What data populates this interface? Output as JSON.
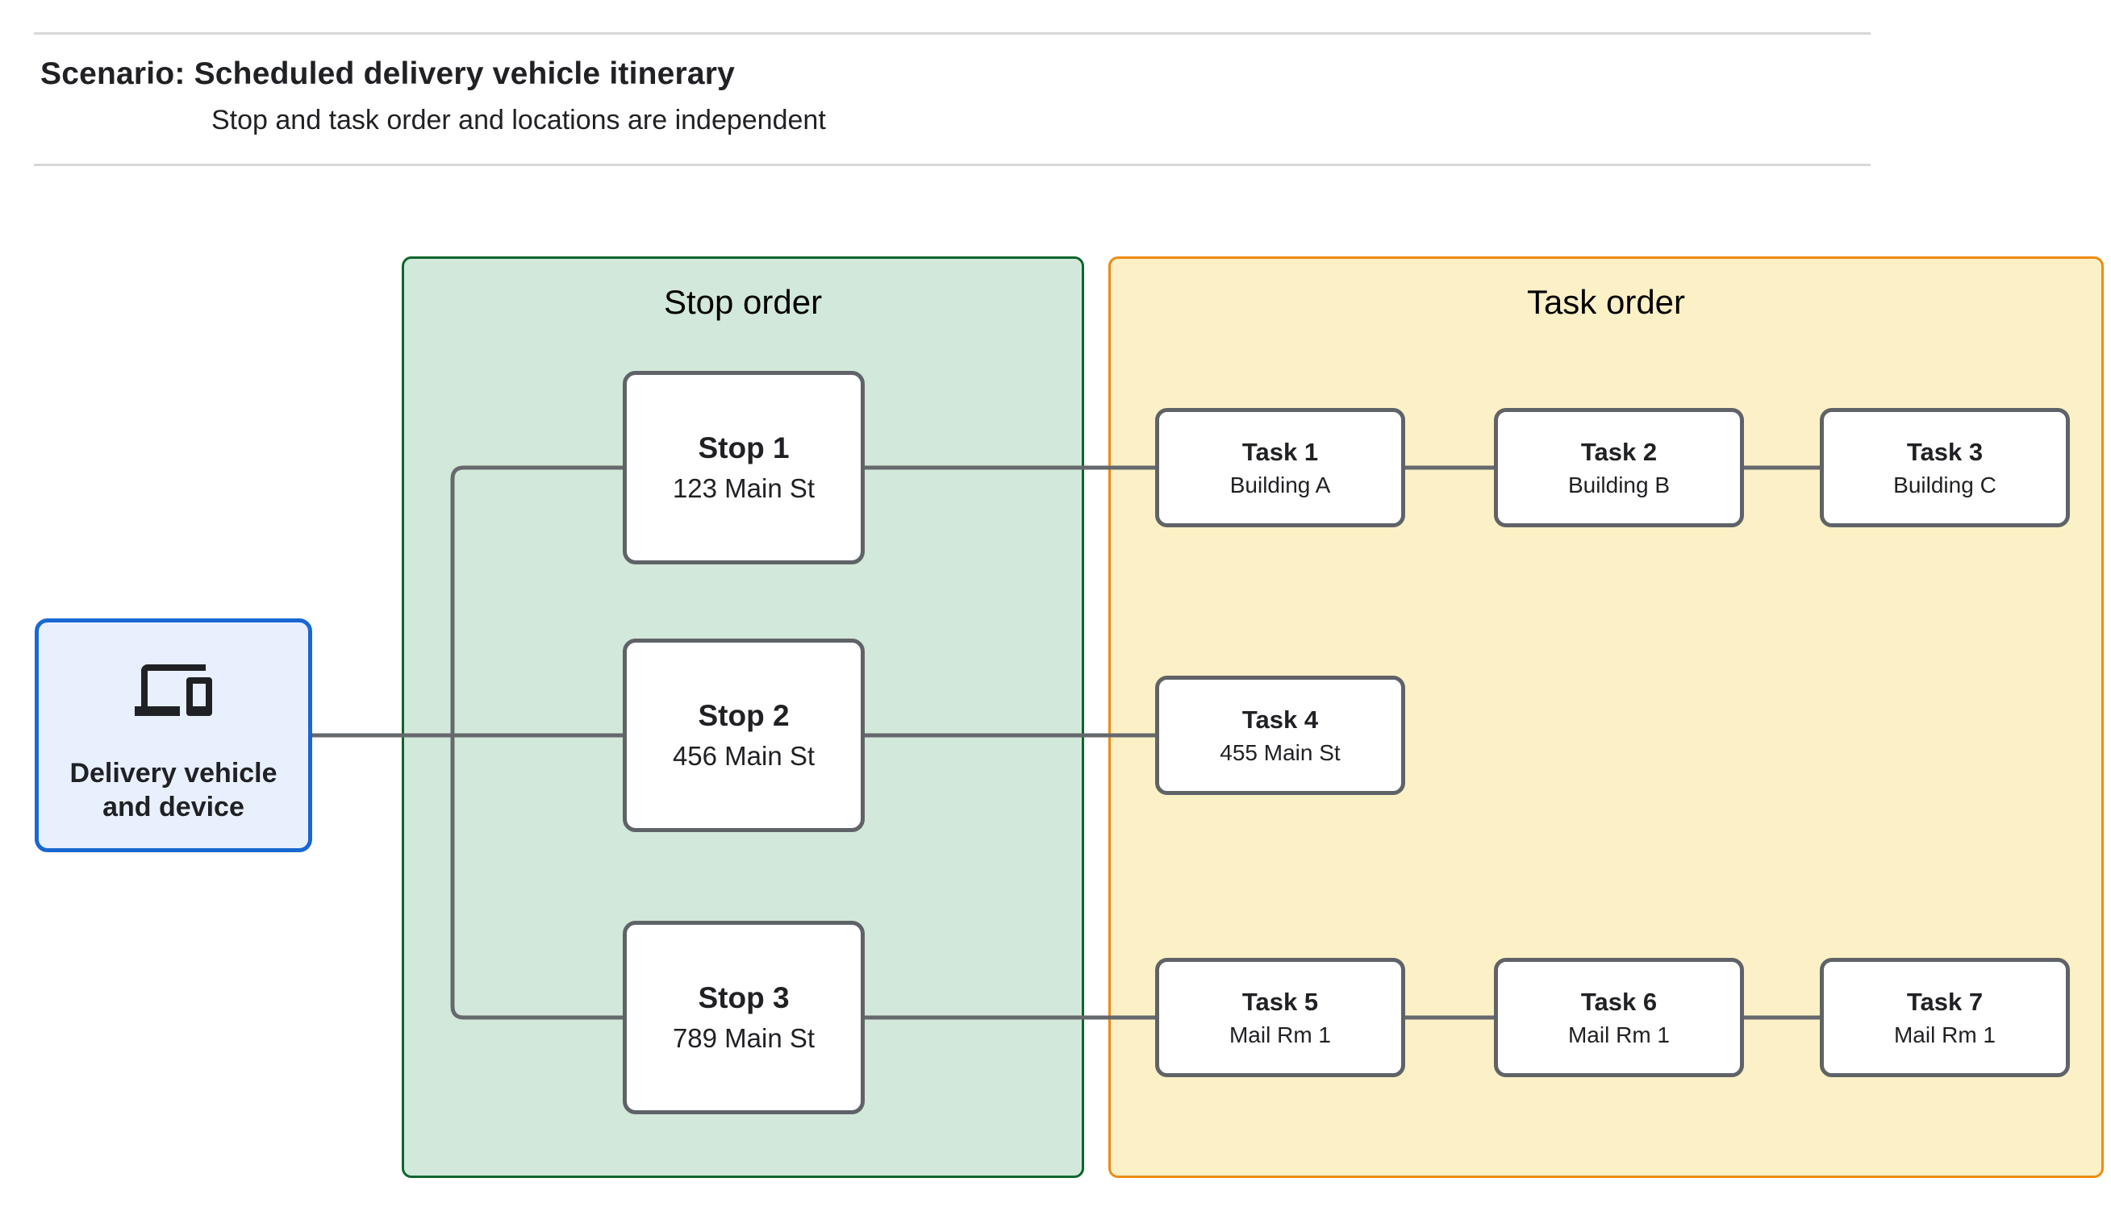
{
  "header": {
    "title": "Scenario: Scheduled delivery vehicle itinerary",
    "subtitle": "Stop and task order and locations are independent"
  },
  "source_node": {
    "label": "Delivery vehicle and device",
    "icon": "devices-icon"
  },
  "panels": {
    "stop": {
      "title": "Stop order"
    },
    "task": {
      "title": "Task order"
    }
  },
  "stops": [
    {
      "name": "Stop 1",
      "location": "123 Main St"
    },
    {
      "name": "Stop 2",
      "location": "456 Main St"
    },
    {
      "name": "Stop 3",
      "location": "789 Main St"
    }
  ],
  "task_rows": [
    {
      "stop": "Stop 1",
      "tasks": [
        {
          "name": "Task 1",
          "location": "Building A"
        },
        {
          "name": "Task 2",
          "location": "Building B"
        },
        {
          "name": "Task 3",
          "location": "Building C"
        }
      ]
    },
    {
      "stop": "Stop 2",
      "tasks": [
        {
          "name": "Task 4",
          "location": "455 Main St"
        }
      ]
    },
    {
      "stop": "Stop 3",
      "tasks": [
        {
          "name": "Task 5",
          "location": "Mail Rm 1"
        },
        {
          "name": "Task 6",
          "location": "Mail Rm 1"
        },
        {
          "name": "Task 7",
          "location": "Mail Rm 1"
        }
      ]
    }
  ],
  "colors": {
    "page_bg": "#FFFFFF",
    "rule": "#D8D8D8",
    "text": "#202124",
    "connector": "#66696C",
    "node_border": "#5F6368",
    "node_fill": "#FFFFFF",
    "source_fill": "#E8F0FE",
    "source_border": "#1967D2",
    "stop_panel_fill": "#D2E8DA",
    "stop_panel_border": "#0D652D",
    "task_panel_fill": "#FCF0C6",
    "task_panel_border": "#ED8B12"
  }
}
